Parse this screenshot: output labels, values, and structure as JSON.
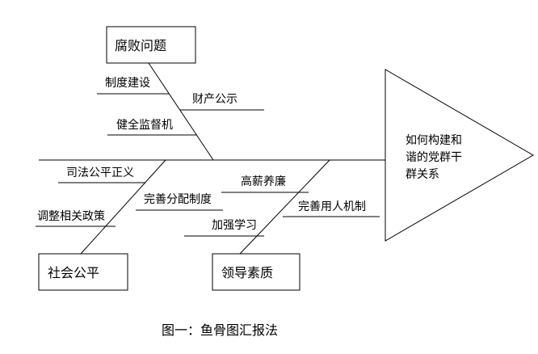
{
  "diagram": {
    "head": [
      "如何构建和",
      "谐的党群干",
      "群关系"
    ],
    "categories": {
      "corruption": "腐败问题",
      "social_fairness": "社会公平",
      "leadership": "领导素质"
    },
    "causes": {
      "system_building": "制度建设",
      "property_disclosure": "财产公示",
      "supervision": "健全监督机",
      "judicial_fairness": "司法公平正义",
      "distribution": "完善分配制度",
      "high_salary": "高薪养廉",
      "adjust_policy": "调整相关政策",
      "strengthen_study": "加强学习",
      "employment_system": "完善用人机制"
    }
  },
  "caption": "图一：鱼骨图汇报法",
  "colors": {
    "line": "#000000",
    "background": "#ffffff"
  }
}
